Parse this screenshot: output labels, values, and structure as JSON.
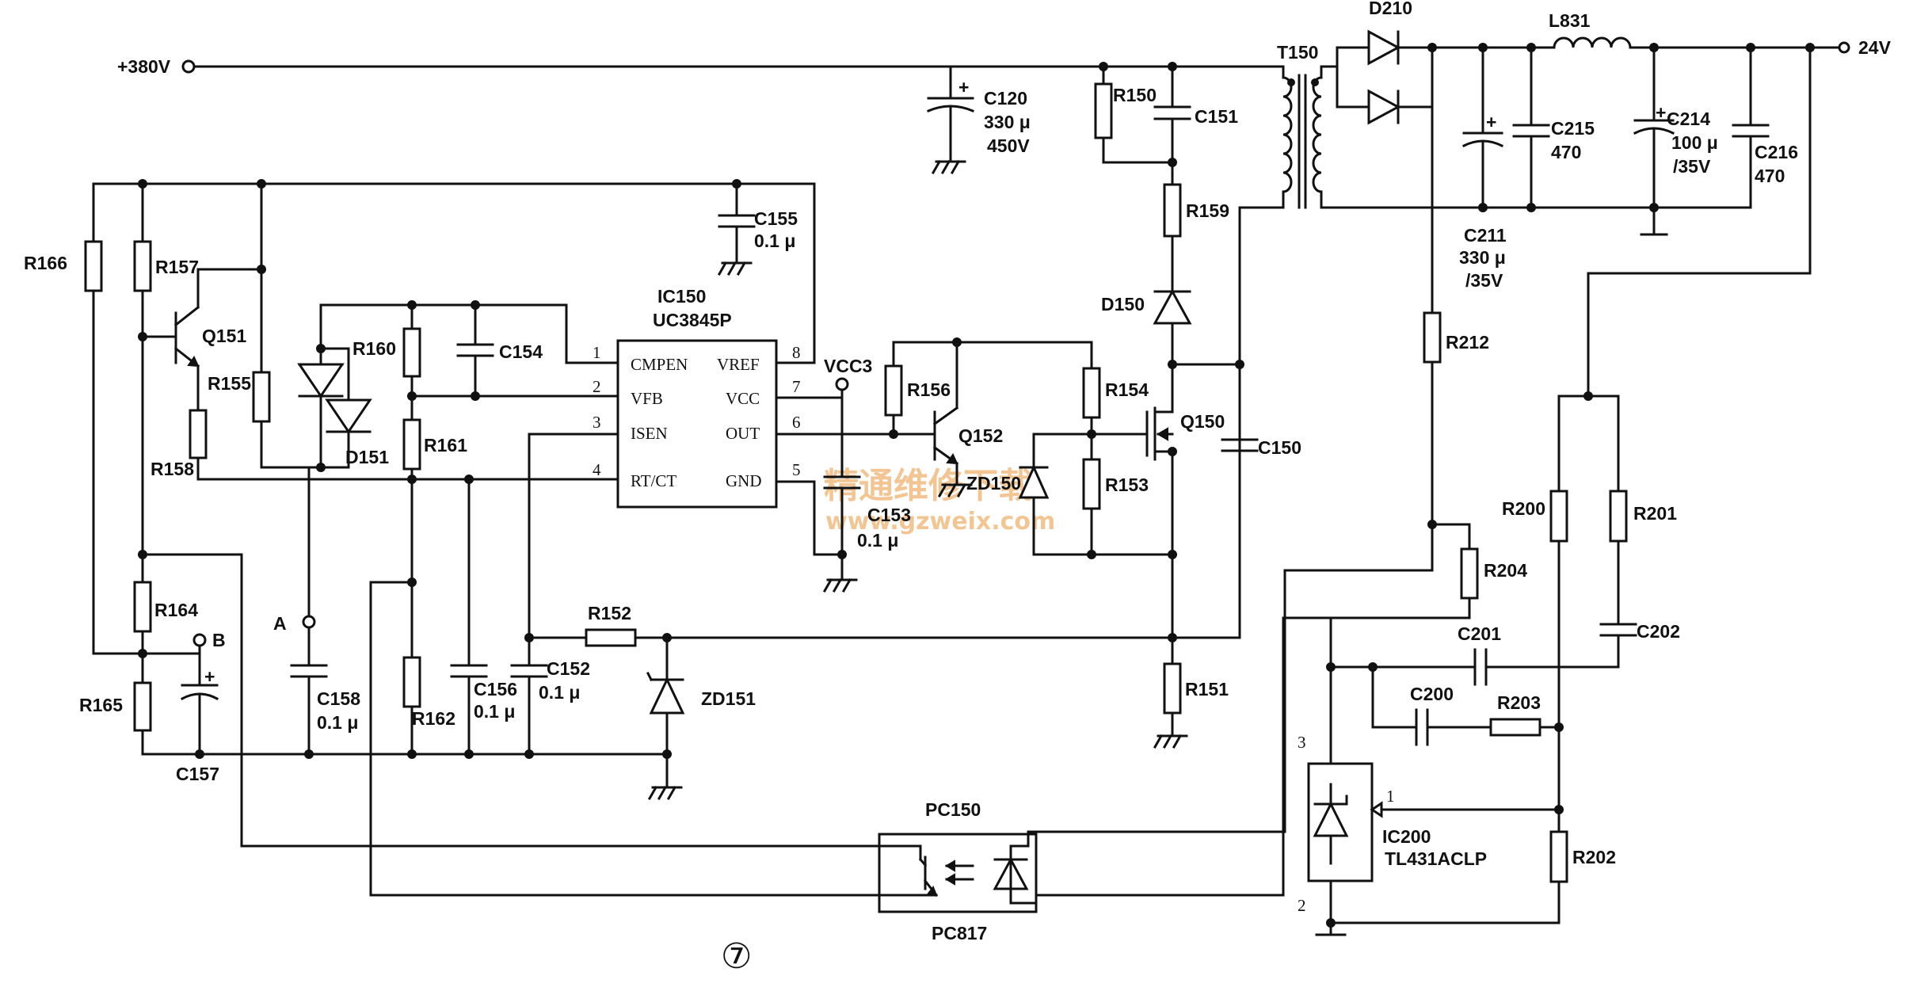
{
  "rails": {
    "input": "+380V",
    "output": "24V"
  },
  "ic150": {
    "ref": "IC150",
    "part": "UC3845P",
    "pins_left": [
      {
        "num": "1",
        "name": "CMPEN"
      },
      {
        "num": "2",
        "name": "VFB"
      },
      {
        "num": "3",
        "name": "ISEN"
      },
      {
        "num": "4",
        "name": "RT/CT"
      }
    ],
    "pins_right": [
      {
        "num": "8",
        "name": "VREF"
      },
      {
        "num": "7",
        "name": "VCC"
      },
      {
        "num": "6",
        "name": "OUT"
      },
      {
        "num": "5",
        "name": "GND"
      }
    ]
  },
  "ic200": {
    "ref": "IC200",
    "part": "TL431ACLP",
    "pin1": "1",
    "pin2": "2",
    "pin3": "3"
  },
  "optocoupler": {
    "ref": "PC150",
    "part": "PC817"
  },
  "transformer": "T150",
  "inductor": "L831",
  "vcc_node": "VCC3",
  "test_points": {
    "a": "A",
    "b": "B"
  },
  "page_number": "⑦",
  "watermark": {
    "text": "精通维修下载",
    "url": "www.gzweix.com"
  },
  "resistors": {
    "r150": "R150",
    "r151": "R151",
    "r152": "R152",
    "r153": "R153",
    "r154": "R154",
    "r155": "R155",
    "r156": "R156",
    "r157": "R157",
    "r158": "R158",
    "r159": "R159",
    "r160": "R160",
    "r161": "R161",
    "r162": "R162",
    "r164": "R164",
    "r165": "R165",
    "r166": "R166",
    "r200": "R200",
    "r201": "R201",
    "r202": "R202",
    "r203": "R203",
    "r204": "R204",
    "r212": "R212"
  },
  "capacitors": {
    "c120": {
      "ref": "C120",
      "value": "330 μ",
      "voltage": "450V"
    },
    "c150": {
      "ref": "C150"
    },
    "c151": {
      "ref": "C151"
    },
    "c152": {
      "ref": "C152",
      "value": "0.1 μ"
    },
    "c153": {
      "ref": "C153",
      "value": "0.1 μ"
    },
    "c154": {
      "ref": "C154"
    },
    "c155": {
      "ref": "C155",
      "value": "0.1 μ"
    },
    "c156": {
      "ref": "C156",
      "value": "0.1 μ"
    },
    "c157": {
      "ref": "C157"
    },
    "c158": {
      "ref": "C158",
      "value": "0.1 μ"
    },
    "c200": {
      "ref": "C200"
    },
    "c201": {
      "ref": "C201"
    },
    "c202": {
      "ref": "C202"
    },
    "c211": {
      "ref": "C211",
      "value": "330 μ",
      "voltage": "/35V"
    },
    "c214": {
      "ref": "C214",
      "value": "100 μ",
      "voltage": "/35V"
    },
    "c215": {
      "ref": "C215",
      "value": "470"
    },
    "c216": {
      "ref": "C216",
      "value": "470"
    }
  },
  "diodes": {
    "d150": "D150",
    "d151": "D151",
    "d210": "D210",
    "zd150": "ZD150",
    "zd151": "ZD151"
  },
  "transistors": {
    "q150": "Q150",
    "q151": "Q151",
    "q152": "Q152"
  }
}
